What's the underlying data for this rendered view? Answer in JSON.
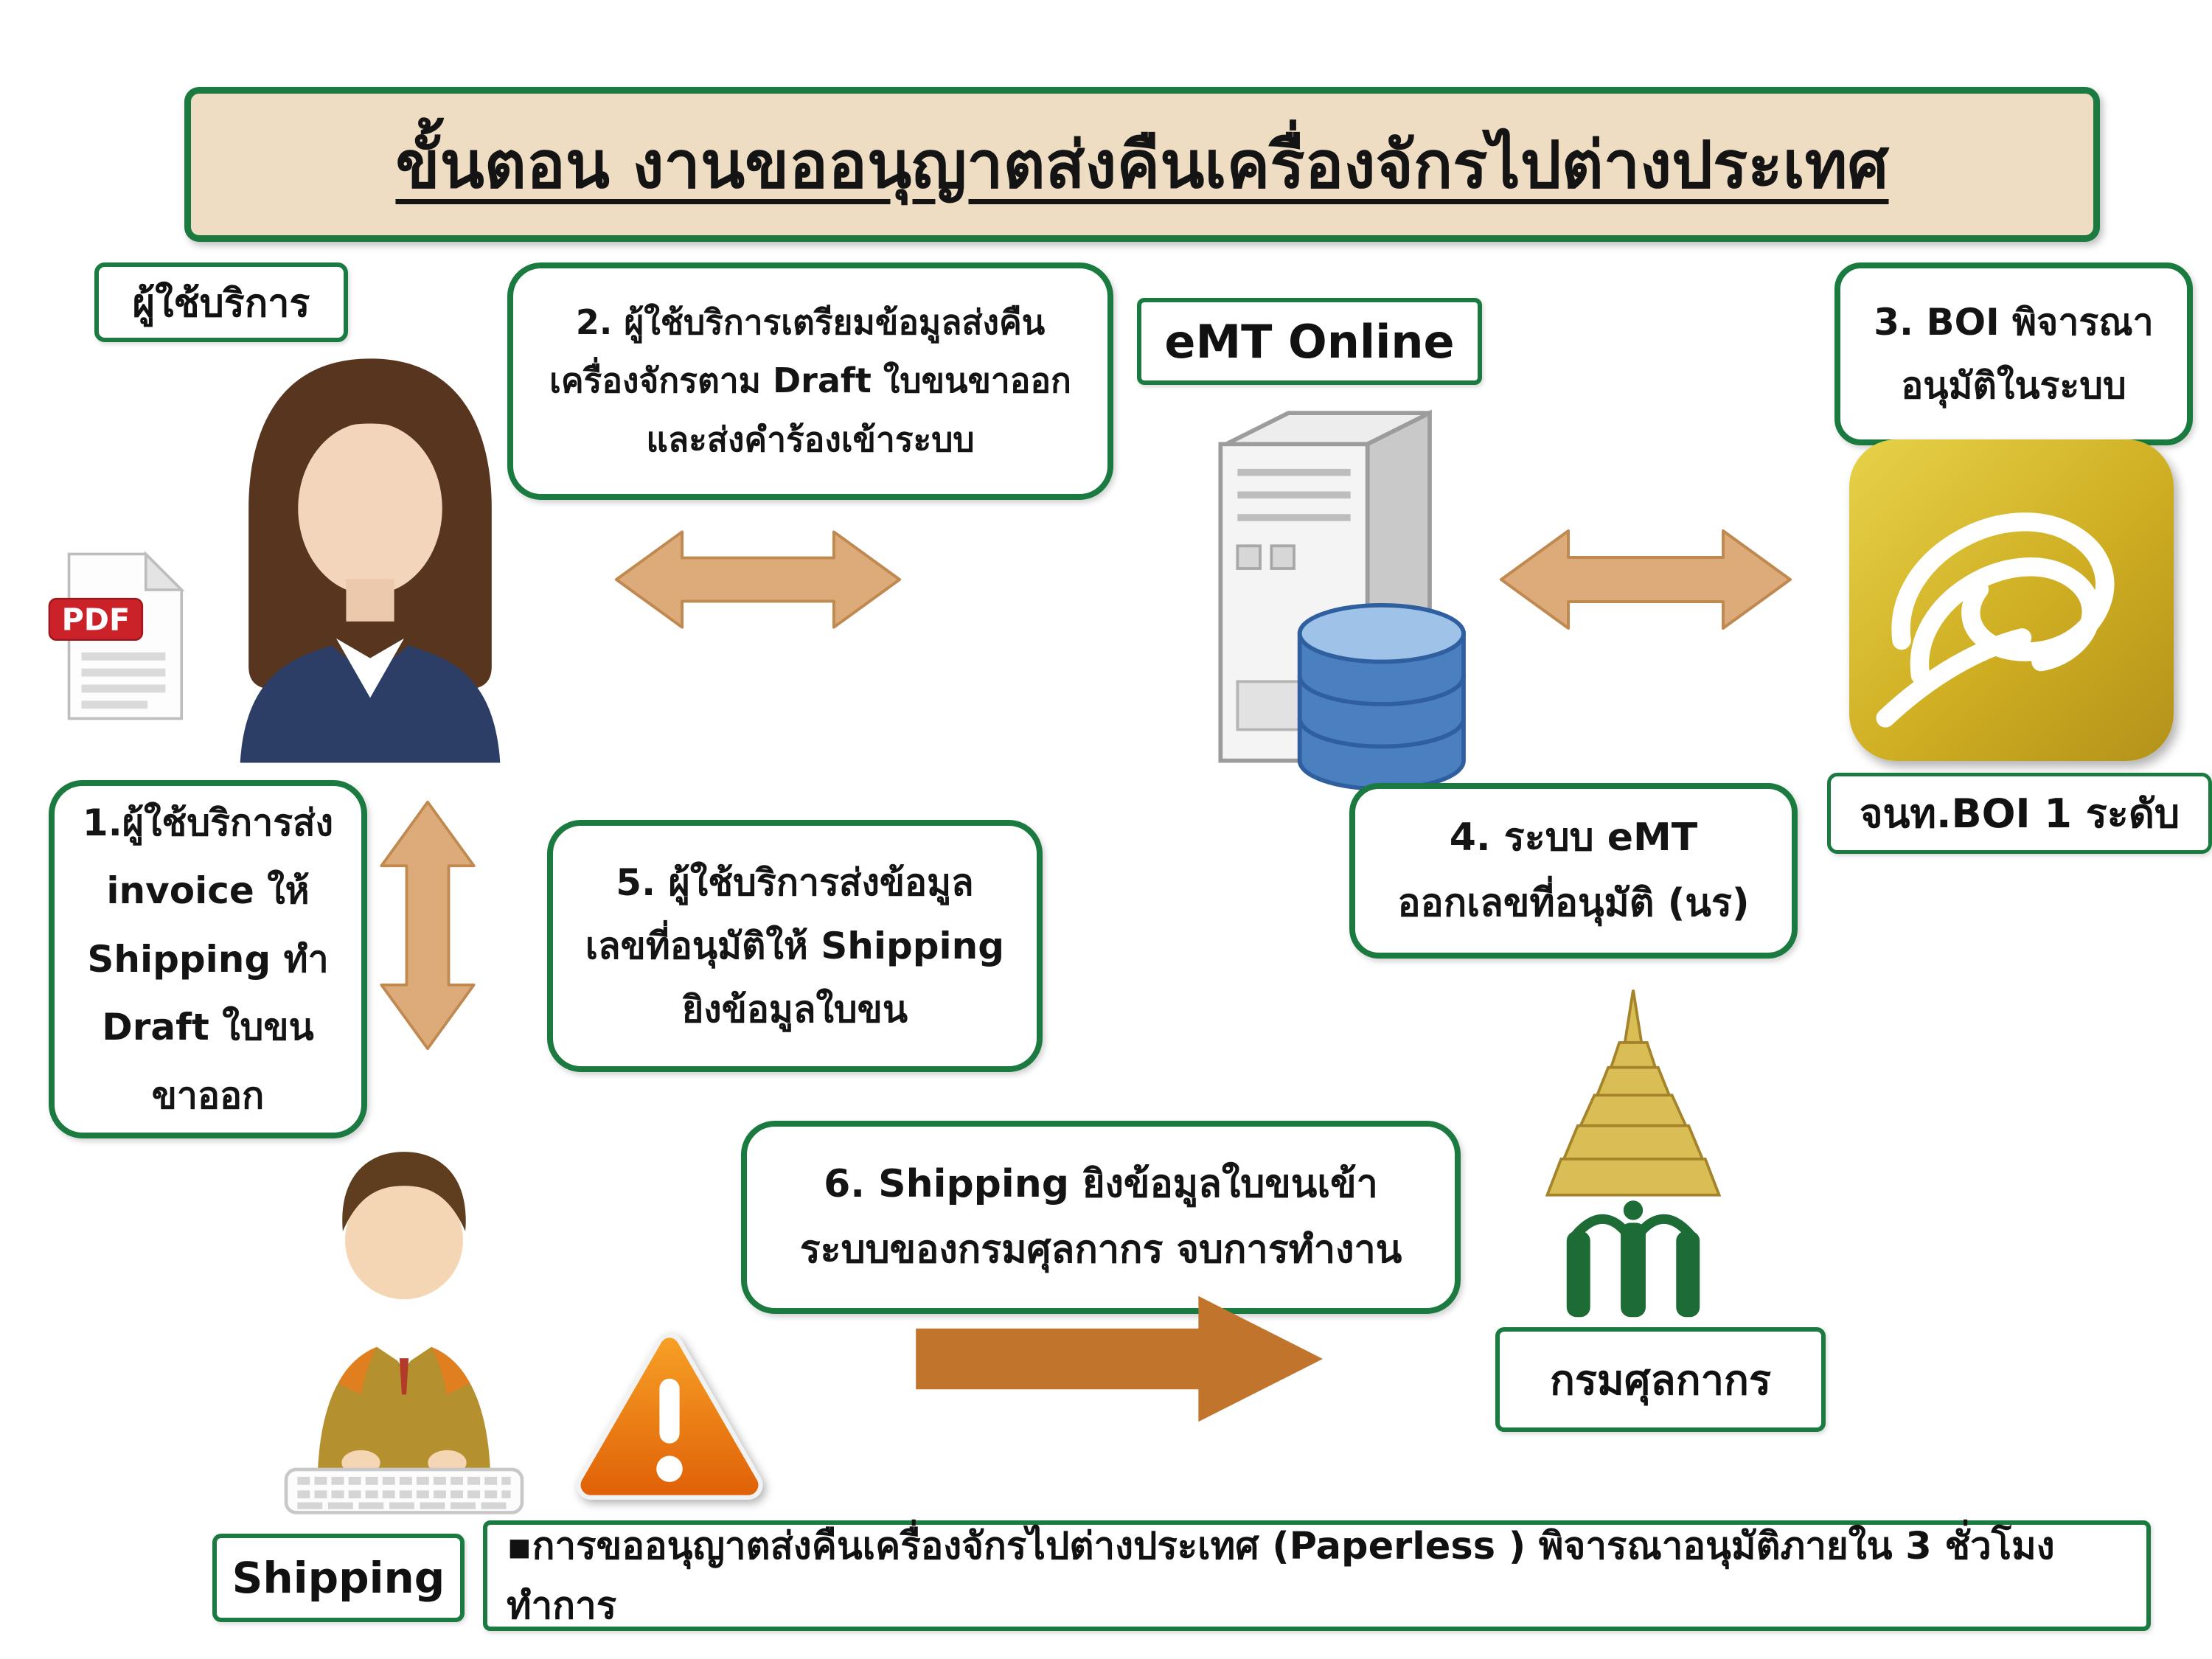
{
  "title": "ขั้นตอน งานขออนุญาตส่งคืนเครื่องจักรไปต่างประเทศ",
  "colors": {
    "green": "#1a7a40",
    "banner_bg": "#eedcc3",
    "arrow_tan": "#ddab7a",
    "arrow_tan_border": "#bf8950",
    "arrow_orange": "#c0742c",
    "gold": "#c9a81f",
    "warning_orange": "#e87511",
    "pdf_red": "#cb2128",
    "db_blue": "#4a7fc0",
    "suit_navy": "#2c3e66",
    "sweater_khaki": "#b5902e"
  },
  "nodes": {
    "user_label": "ผู้ใช้บริการ",
    "emt_label": "eMT Online",
    "boi_officer_label": "จนท.BOI 1 ระดับ",
    "customs_label": "กรมศุลกากร",
    "shipping_label": "Shipping"
  },
  "steps": {
    "s1": [
      "1.ผู้ใช้บริการส่ง",
      "invoice ให้",
      "Shipping ทำ",
      "Draft ใบขน",
      "ขาออก"
    ],
    "s2": [
      "2. ผู้ใช้บริการเตรียมข้อมูลส่งคืน",
      "เครื่องจักรตาม Draft ใบขนขาออก",
      "และส่งคำร้องเข้าระบบ"
    ],
    "s3": [
      "3. BOI พิจารณา",
      "อนุมัติในระบบ"
    ],
    "s4": [
      "4. ระบบ eMT",
      "ออกเลขที่อนุมัติ (นร)"
    ],
    "s5": [
      "5. ผู้ใช้บริการส่งข้อมูล",
      "เลขที่อนุมัติให้ Shipping",
      "ยิงข้อมูลใบขน"
    ],
    "s6": [
      "6. Shipping ยิงข้อมูลใบขนเข้า",
      "ระบบของกรมศุลกากร จบการทำงาน"
    ]
  },
  "footer": "▪การขออนุญาตส่งคืนเครื่องจักรไปต่างประเทศ (Paperless ) พิจารณาอนุมัติภายใน 3 ชั่วโมงทำการ",
  "icons": {
    "pdf_label": "PDF",
    "warning_glyph": "!"
  }
}
